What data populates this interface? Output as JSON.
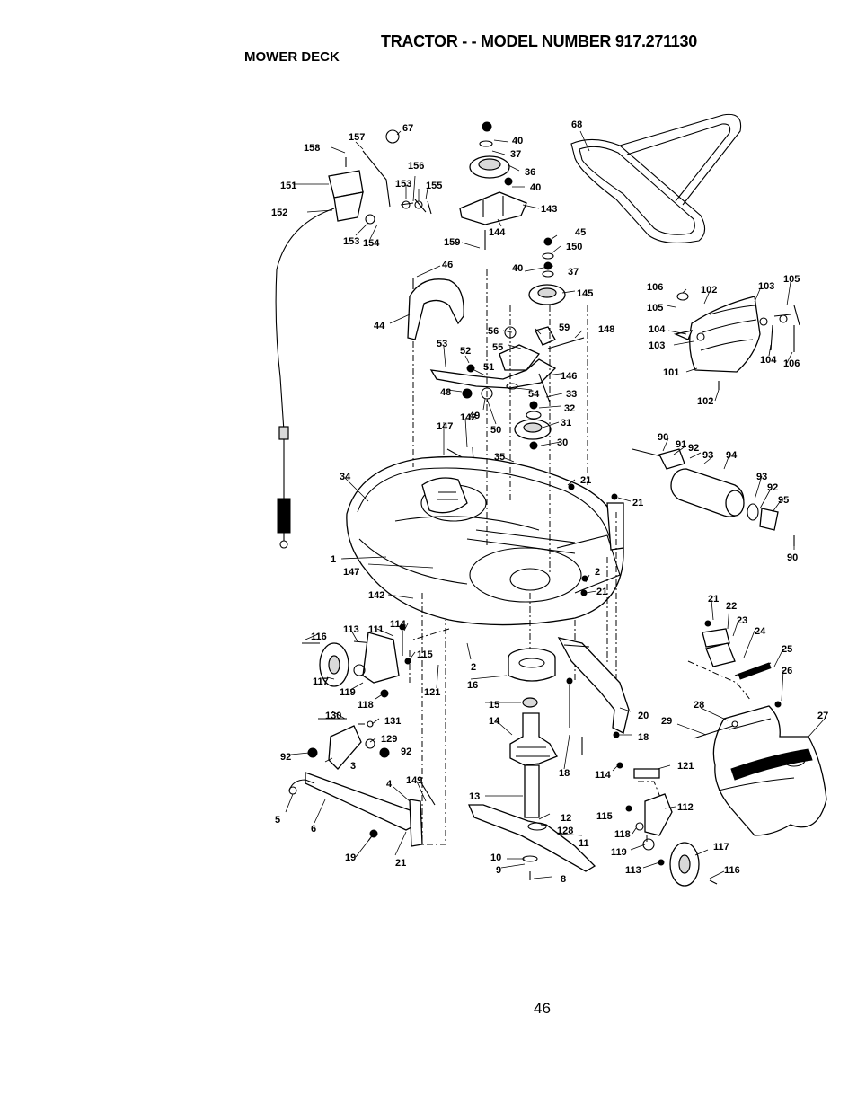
{
  "header": {
    "model_title": "TRACTOR - - MODEL NUMBER 917.271130",
    "section_title": "MOWER DECK"
  },
  "page_number": "46",
  "callouts": [
    "158",
    "157",
    "67",
    "156",
    "151",
    "153",
    "155",
    "152",
    "153",
    "154",
    "40",
    "37",
    "36",
    "40",
    "143",
    "144",
    "159",
    "45",
    "150",
    "68",
    "46",
    "40",
    "37",
    "145",
    "44",
    "56",
    "55",
    "59",
    "148",
    "53",
    "52",
    "51",
    "146",
    "48",
    "54",
    "33",
    "49",
    "32",
    "50",
    "31",
    "142",
    "147",
    "30",
    "35",
    "21",
    "34",
    "21",
    "106",
    "102",
    "103",
    "105",
    "105",
    "104",
    "103",
    "104",
    "106",
    "101",
    "102",
    "90",
    "91",
    "92",
    "93",
    "94",
    "93",
    "92",
    "95",
    "90",
    "1",
    "147",
    "2",
    "21",
    "142",
    "22",
    "21",
    "23",
    "24",
    "25",
    "26",
    "113",
    "111",
    "114",
    "116",
    "115",
    "117",
    "119",
    "121",
    "2",
    "16",
    "118",
    "130",
    "131",
    "15",
    "14",
    "20",
    "28",
    "27",
    "29",
    "129",
    "92",
    "18",
    "92",
    "3",
    "18",
    "114",
    "121",
    "149",
    "4",
    "13",
    "115",
    "112",
    "12",
    "128",
    "11",
    "118",
    "5",
    "6",
    "119",
    "117",
    "19",
    "21",
    "10",
    "9",
    "8",
    "113",
    "116"
  ]
}
